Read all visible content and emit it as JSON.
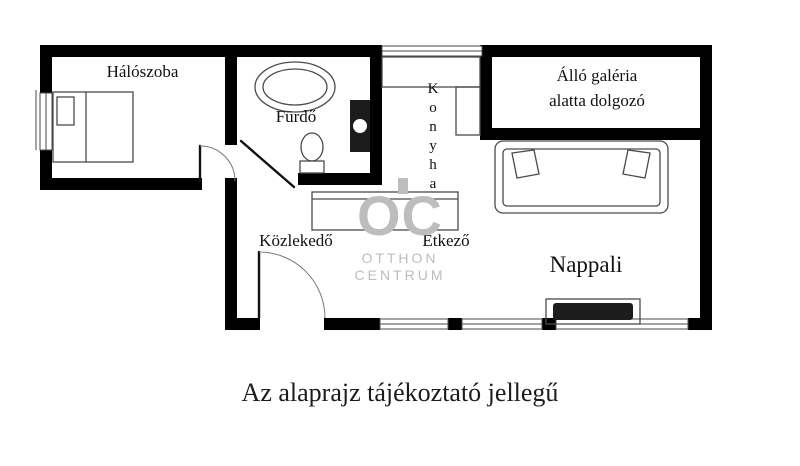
{
  "floorplan": {
    "rooms": {
      "bedroom": {
        "label": "Hálószoba"
      },
      "bathroom": {
        "label": "Fürdő"
      },
      "kitchen": {
        "label": "Konyha"
      },
      "gallery": {
        "label_line1": "Álló galéria",
        "label_line2": "alatta dolgozó"
      },
      "hallway": {
        "label": "Közlekedő"
      },
      "dining": {
        "label": "Étkező"
      },
      "living": {
        "label": "Nappali"
      }
    },
    "watermark": {
      "logo": "OC",
      "name_line1": "OTTHON",
      "name_line2": "CENTRUM"
    },
    "caption": "Az alaprajz tájékoztató jellegű",
    "colors": {
      "wall": "#000000",
      "furniture-line": "#4a4a4a",
      "watermark": "#bdbdbd",
      "label": "#111111"
    }
  }
}
